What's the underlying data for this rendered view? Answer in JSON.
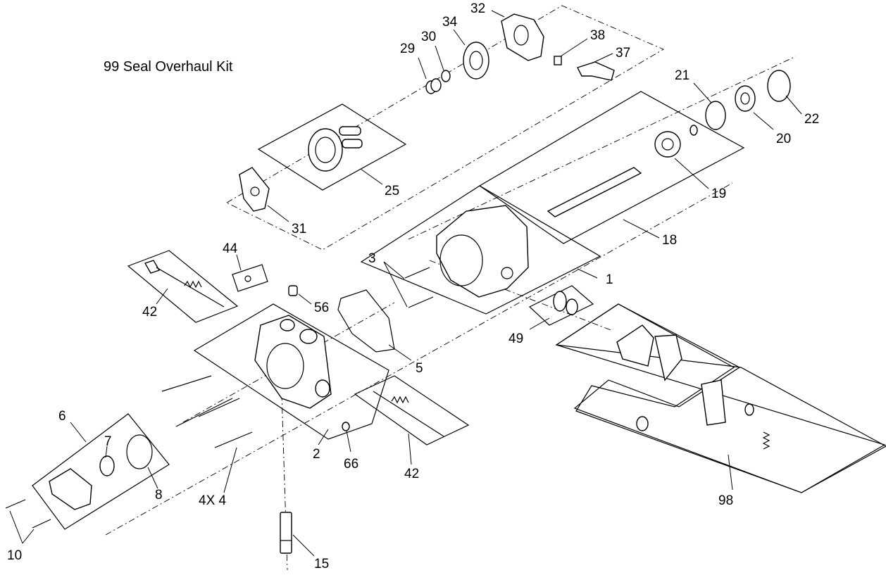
{
  "title": "99 Seal Overhaul Kit",
  "callouts": {
    "c1": "1",
    "c2": "2",
    "c3": "3",
    "c4": "4X 4",
    "c5": "5",
    "c6": "6",
    "c7": "7",
    "c8": "8",
    "c10": "10",
    "c15": "15",
    "c18": "18",
    "c19": "19",
    "c20": "20",
    "c21": "21",
    "c22": "22",
    "c25": "25",
    "c29": "29",
    "c30": "30",
    "c31": "31",
    "c32": "32",
    "c34": "34",
    "c37": "37",
    "c38": "38",
    "c42a": "42",
    "c42b": "42",
    "c44": "44",
    "c49": "49",
    "c56": "56",
    "c66": "66",
    "c98": "98"
  }
}
